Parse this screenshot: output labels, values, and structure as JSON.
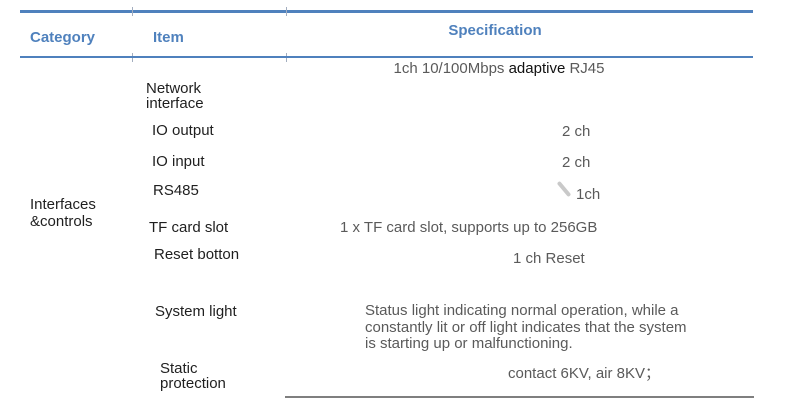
{
  "header": {
    "category": "Category",
    "item": "Item",
    "specification": "Specification"
  },
  "category_group": {
    "label": "Interfaces &controls"
  },
  "rows": [
    {
      "item": "Network interface",
      "spec_pre": "1ch 10/100Mbps ",
      "spec_emph": "adaptive",
      "spec_post": " RJ45"
    },
    {
      "item": "IO output",
      "spec": "2 ch"
    },
    {
      "item": "IO input",
      "spec": "2 ch"
    },
    {
      "item": "RS485",
      "spec": "1ch",
      "mark_icon": "backslash"
    },
    {
      "item": "TF card slot",
      "spec": "1 x TF card slot, supports up to 256GB"
    },
    {
      "item": "Reset botton",
      "spec": "1 ch Reset"
    },
    {
      "item": "System light",
      "spec_lines": [
        "Status light indicating normal operation, while a",
        "constantly lit or off light indicates that the system",
        "is starting up or malfunctioning."
      ]
    },
    {
      "item": "Static protection",
      "spec": "contact 6KV, air 8KV；"
    }
  ],
  "colors": {
    "accent_blue": "#4F81BD",
    "spec_text_gray": "#5a5a5a",
    "item_text": "#1f1f1f",
    "emphasis_text": "#111111",
    "bottom_divider_gray": "#7f7f7f",
    "na_mark_gray": "#c9c9c9"
  }
}
